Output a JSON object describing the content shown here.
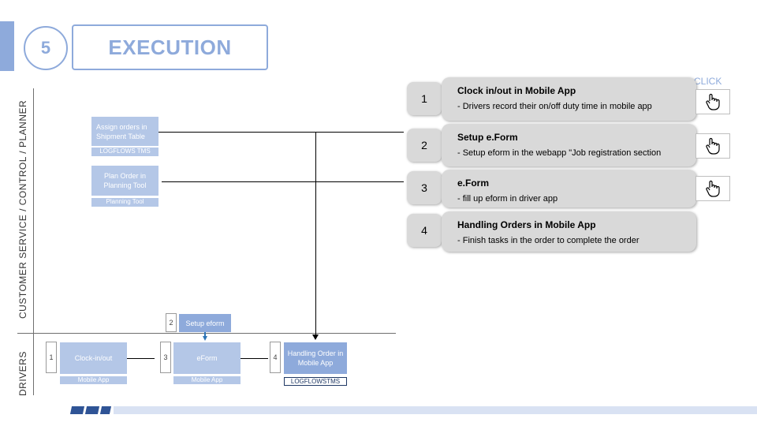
{
  "header": {
    "step_number": "5",
    "title": "EXECUTION"
  },
  "lanes": {
    "planner": "CUSTOMER SERVICE / CONTROL / PLANNER",
    "drivers": "DRIVERS"
  },
  "planner_tasks": [
    {
      "label": "Assign orders in Shipment Table",
      "sub": "LOGFLOWS TMS"
    },
    {
      "label": "Plan Order in Planning Tool",
      "sub": "Planning Tool"
    }
  ],
  "driver_tasks": [
    {
      "num": "1",
      "label": "Clock-in/out",
      "sub": "Mobile App"
    },
    {
      "num": "3",
      "label": "eForm",
      "sub": "Mobile App"
    },
    {
      "num": "4",
      "label": "Handling Order in Mobile App",
      "sub": "LOGFLOWSTMS"
    }
  ],
  "setup_task": {
    "num": "2",
    "label": "Setup eform"
  },
  "click_label": "CLICK",
  "steps": [
    {
      "num": "1",
      "title": "Clock in/out in Mobile App",
      "desc": "- Drivers record their on/off duty time in mobile app",
      "has_click": true,
      "click_icon": "hand-pointer-icon"
    },
    {
      "num": "2",
      "title": "Setup e.Form",
      "desc": "- Setup eform in the webapp \"Job registration section",
      "has_click": true,
      "click_icon": "hand-pointer-icon"
    },
    {
      "num": "3",
      "title": "e.Form",
      "desc": "- fill up eform in driver app",
      "has_click": true,
      "click_icon": "hand-pointer-icon"
    },
    {
      "num": "4",
      "title": "Handling Orders in Mobile App",
      "desc": "- Finish tasks in the order to complete the order",
      "has_click": false
    }
  ],
  "colors": {
    "accent": "#8eaadb",
    "task_box": "#b4c7e7",
    "footer_dark": "#2f5496",
    "footer_light": "#d9e2f3",
    "panel": "#d9d9d9"
  }
}
